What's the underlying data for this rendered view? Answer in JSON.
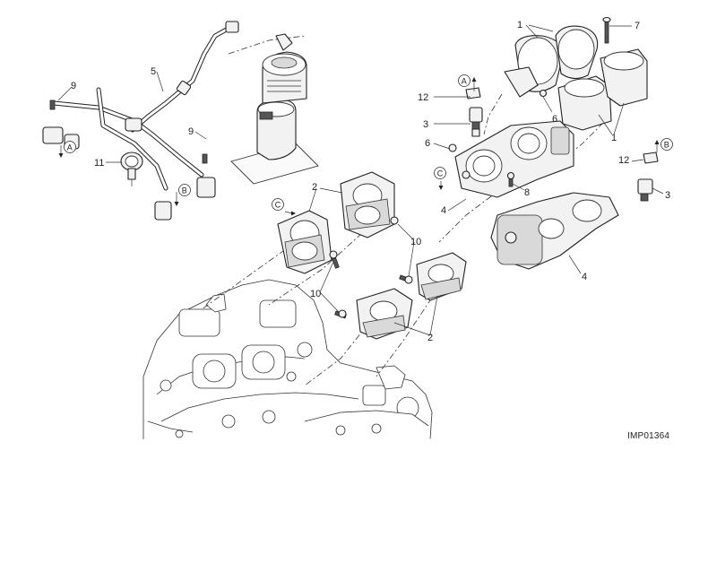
{
  "diagram": {
    "reference_code": "IMP01364",
    "callouts": {
      "c1a": "1",
      "c1b": "1",
      "c2a": "2",
      "c2b": "2",
      "c3a": "3",
      "c3b": "3",
      "c4a": "4",
      "c4b": "4",
      "c5": "5",
      "c6a": "6",
      "c6b": "6",
      "c7": "7",
      "c8": "8",
      "c9a": "9",
      "c9b": "9",
      "c10a": "10",
      "c10b": "10",
      "c11": "11",
      "c12a": "12",
      "c12b": "12"
    },
    "reference_marks": {
      "a1": "A",
      "a2": "A",
      "b1": "B",
      "b2": "B",
      "cc1": "C",
      "cc2": "C"
    }
  }
}
